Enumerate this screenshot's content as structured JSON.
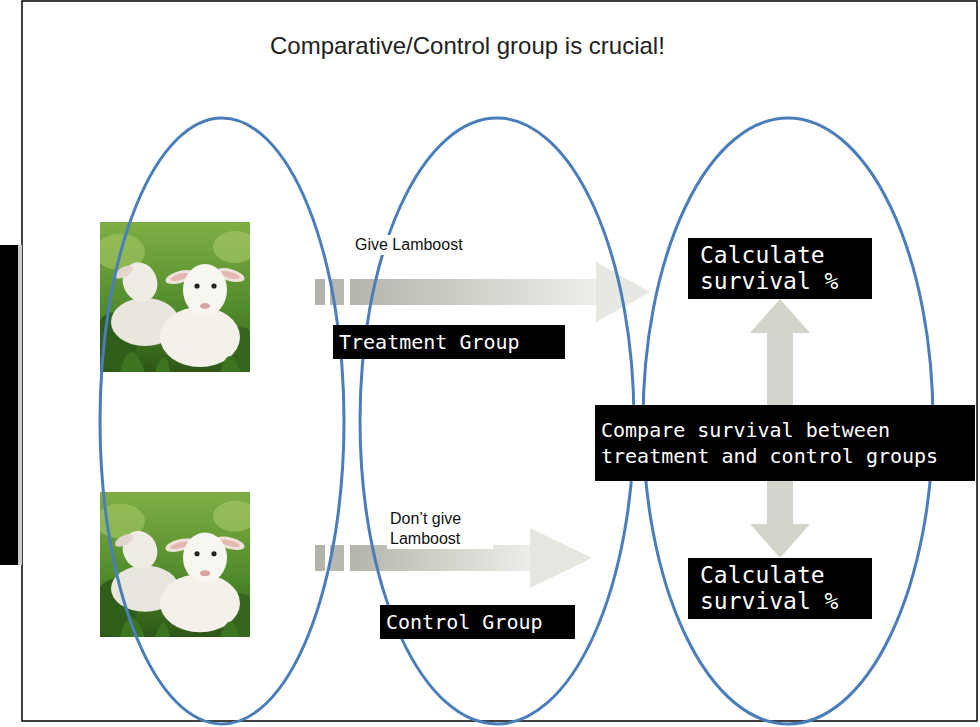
{
  "diagram": {
    "title": "Comparative/Control group is crucial!",
    "nodes": [
      {
        "text": [
          "Treatment Group"
        ]
      },
      {
        "text": [
          "Calculate survival %"
        ]
      },
      {
        "text": [
          "Compare survival between treatment and control groups"
        ]
      },
      {
        "text": [
          "Control Group"
        ]
      },
      {
        "text": [
          "Calculate survival %"
        ]
      }
    ],
    "edges": [
      {
        "from": 2,
        "to": 1,
        "arrow": "to"
      },
      {
        "from": 2,
        "to": 4,
        "arrow": "to"
      }
    ],
    "labels": [
      "Give Lamboost",
      "Don’t give Lamboost"
    ]
  }
}
